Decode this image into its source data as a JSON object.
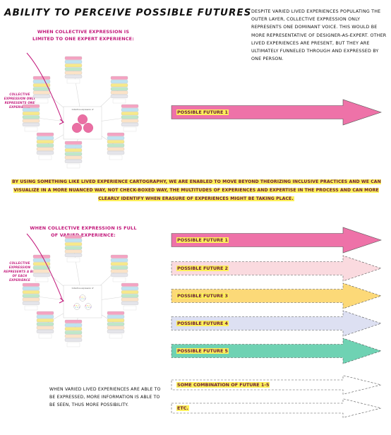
{
  "title": "Ability to perceive possible futures",
  "intro_paragraph": "Despite varied lived experiences populating the outer layer, collective expression only represents one dominant voice. This would be more representative of Designer-as-Expert. Other lived experiences are present, but they are ultimately funneled through and expressed by one person.",
  "top_section": {
    "heading": "When collective expression is limited to one expert experience:",
    "side_note": "Collective expression only represents one experience",
    "center_caption": "Collective expression of",
    "futures": [
      {
        "label": "Possible future 1",
        "color": "#ee72a8",
        "style": "solid"
      }
    ]
  },
  "middle_statement": "By using something like Lived Experience Cartography, we are enabled to move beyond theorizing inclusive practices and we can visualize in a more nuanced way, not check-boxed way, the multitudes of experiences and expertise in the process and can more clearly identify when erasure of experiences might be taking place.",
  "bottom_section": {
    "heading": "When collective expression is full of varied experience:",
    "side_note": "Collective expression represents a bit of each experience",
    "center_caption": "Collective expression of",
    "futures": [
      {
        "label": "Possible future 1",
        "color": "#ee72a8",
        "style": "solid"
      },
      {
        "label": "Possible future 2",
        "color": "#fadadf",
        "style": "dashed"
      },
      {
        "label": "Possible future 3",
        "color": "#fcd978",
        "style": "dashed"
      },
      {
        "label": "Possible future 4",
        "color": "#dde0f2",
        "style": "dashed"
      },
      {
        "label": "Possible future 5",
        "color": "#6fd2b3",
        "style": "dashed"
      },
      {
        "label": "Some combination of future 1-5",
        "color": "#ffffff",
        "style": "outline"
      },
      {
        "label": "etc.",
        "color": "#ffffff",
        "style": "outline"
      }
    ],
    "closing_note": "When varied lived experiences are able to be expressed, more information is able to be seen, thus more possibility."
  },
  "colors": {
    "highlight": "#fdf05a",
    "accent_pink": "#c2177a",
    "node_pink": "#ea6fa3",
    "stack": [
      "#f4a3c2",
      "#bfe3f2",
      "#f7e98a",
      "#bfe7c9",
      "#fbe3c7",
      "#e5e5ea"
    ]
  }
}
